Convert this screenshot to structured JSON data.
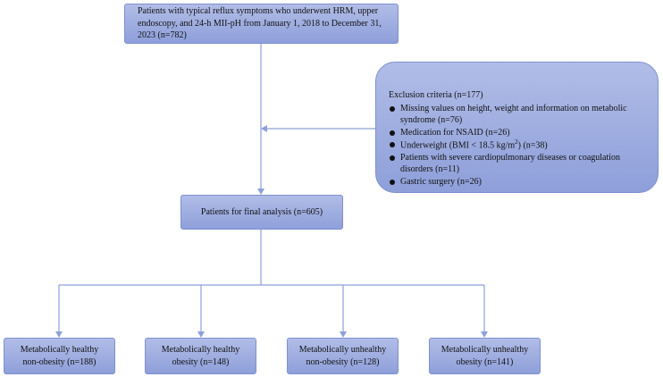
{
  "top_box": {
    "text": "Patients with typical reflux symptoms who underwent HRM, upper endoscopy, and 24-h MII-pH from January 1, 2018 to December 31, 2023 (n=782)"
  },
  "exclusion": {
    "title": "Exclusion criteria (n=177)",
    "items": [
      {
        "before": "Missing values on height, weight and information on metabolic syndrome (n=76)"
      },
      {
        "before": "Medication for NSAID (n=26)"
      },
      {
        "before": "Underweight (BMI < 18.5 kg/m",
        "sup": "2",
        "after": ") (n=38)"
      },
      {
        "before": "Patients with severe cardiopulmonary diseases or coagulation disorders (n=11)"
      },
      {
        "before": "Gastric surgery (n=26)"
      }
    ]
  },
  "final_box": {
    "text": "Patients for final analysis (n=605)"
  },
  "groups": [
    {
      "line1": "Metabolically healthy",
      "line2": "non-obesity (n=188)"
    },
    {
      "line1": "Metabolically healthy",
      "line2": "obesity (n=148)"
    },
    {
      "line1": "Metabolically unhealthy",
      "line2": "non-obesity (n=128)"
    },
    {
      "line1": "Metabolically unhealthy",
      "line2": "obesity (n=141)"
    }
  ],
  "colors": {
    "box_fill_top": "#b1bde7",
    "box_fill_bottom": "#8e9fda",
    "connector": "#8da0d8"
  }
}
